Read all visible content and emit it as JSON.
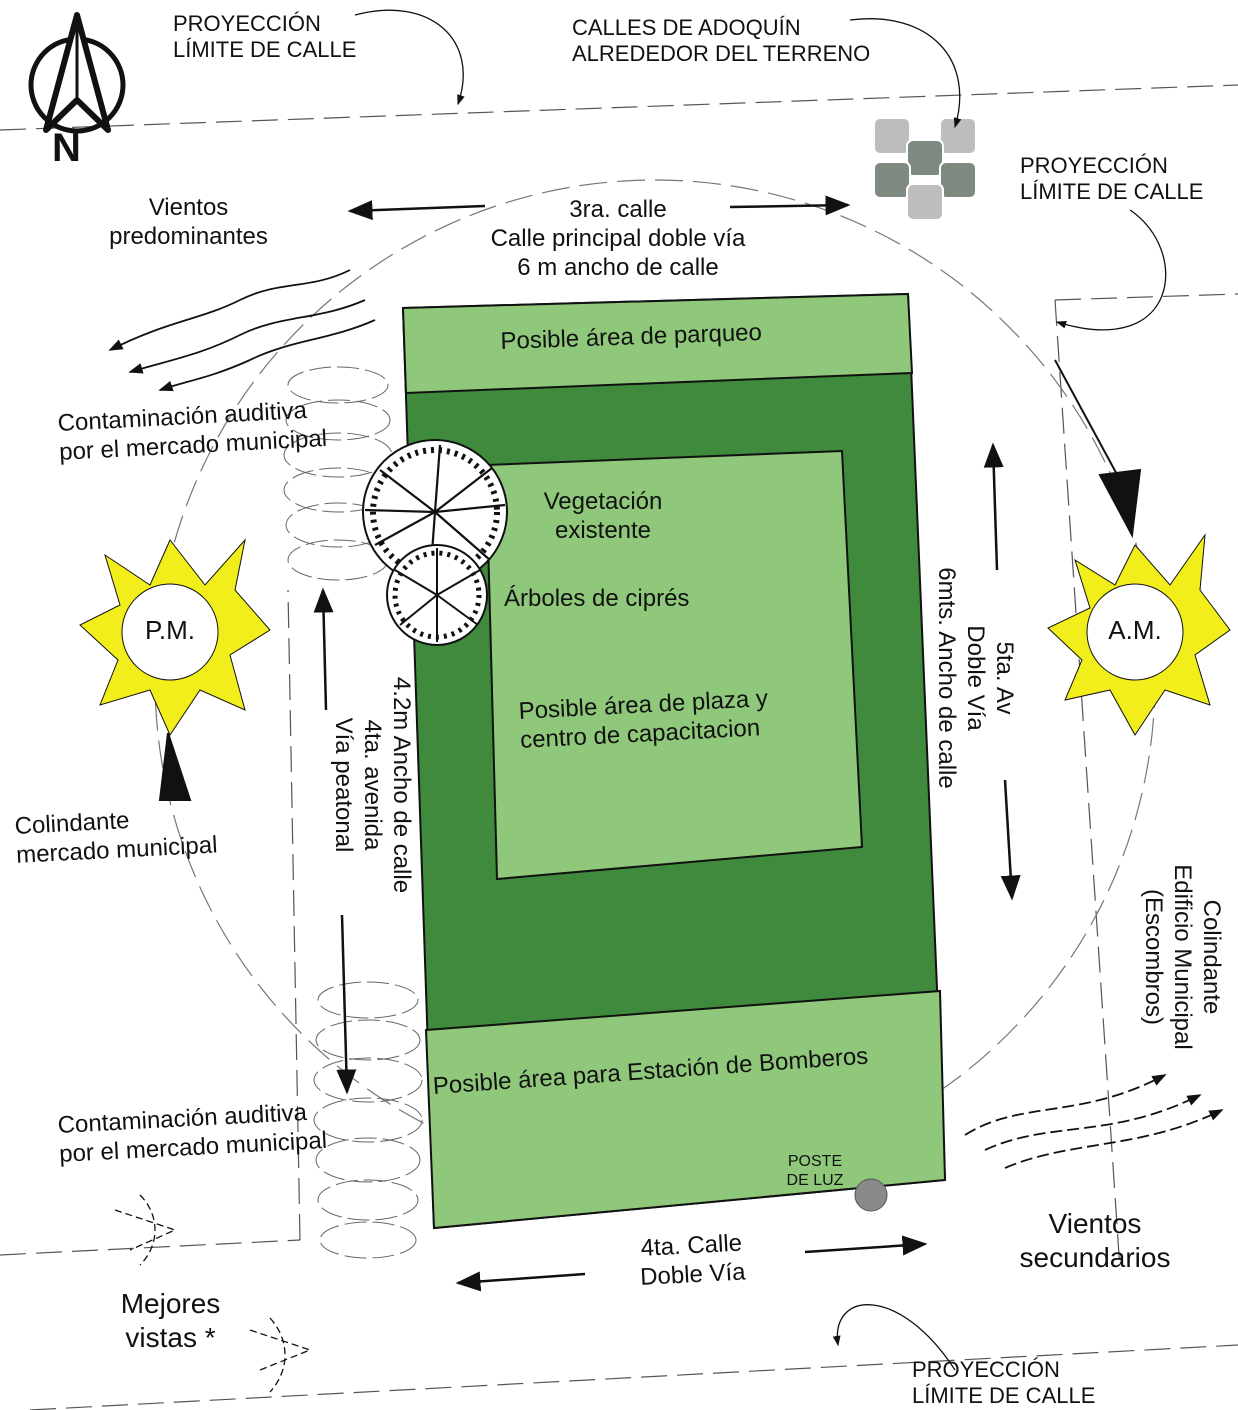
{
  "colors": {
    "light_green": "#8fc87a",
    "dark_green": "#3f8a3c",
    "sun_yellow": "#f2ee1c",
    "paving_light": "#bdbdbd",
    "paving_dark": "#7e8a80",
    "pole": "#8a8a8a"
  },
  "icons": [
    "north-arrow-icon",
    "sun-icon",
    "paving-stone-icon",
    "tree-icon",
    "wind-lines-icon",
    "view-cone-icon",
    "light-pole-icon"
  ],
  "north": {
    "label": "N"
  },
  "projection_labels": [
    {
      "line1": "PROYECCIÓN",
      "line2": "LÍMITE DE CALLE"
    },
    {
      "line1": "PROYECCIÓN",
      "line2": "LÍMITE DE CALLE"
    },
    {
      "line1": "PROYECCIÓN",
      "line2": "LÍMITE DE CALLE"
    }
  ],
  "paving": {
    "line1": "CALLES DE ADOQUÍN",
    "line2": "ALREDEDOR DEL TERRENO"
  },
  "winds": {
    "main": {
      "line1": "Vientos",
      "line2": "predominantes"
    },
    "secondary": {
      "line1": "Vientos",
      "line2": "secundarios"
    }
  },
  "streets": {
    "north": {
      "line1": "3ra. calle",
      "line2": "Calle principal doble vía",
      "line3": "6 m ancho de calle"
    },
    "south": {
      "line1": "4ta. Calle",
      "line2": "Doble Vía"
    },
    "west": {
      "line1": "4.2m Ancho de calle",
      "line2": "4ta. avenida",
      "line3": "Vía peatonal"
    },
    "east": {
      "line1": "5ta. Av",
      "line2": "Doble Vía",
      "line3": "6mts. Ancho de calle"
    }
  },
  "noise": {
    "top": {
      "line1": "Contaminación auditiva",
      "line2": "por el mercado municipal"
    },
    "bottom": {
      "line1": "Contaminación auditiva",
      "line2": "por el mercado municipal"
    }
  },
  "suns": {
    "pm": "P.M.",
    "am": "A.M."
  },
  "areas": {
    "parking": "Posible área de parqueo",
    "vegetation": {
      "line1": "Vegetación",
      "line2": "existente"
    },
    "cypress": "Árboles de ciprés",
    "plaza": {
      "line1": "Posible área de plaza y",
      "line2": "centro de capacitacion"
    },
    "fire_station": "Posible área para Estación de Bomberos"
  },
  "neighbors": {
    "west": {
      "line1": "Colindante",
      "line2": "mercado municipal"
    },
    "east": {
      "line1": "Colindante",
      "line2": "Edificio Municipal",
      "line3": "(Escombros)"
    }
  },
  "pole": {
    "line1": "POSTE",
    "line2": "DE LUZ"
  },
  "views": {
    "line1": "Mejores",
    "line2": "vistas *"
  }
}
